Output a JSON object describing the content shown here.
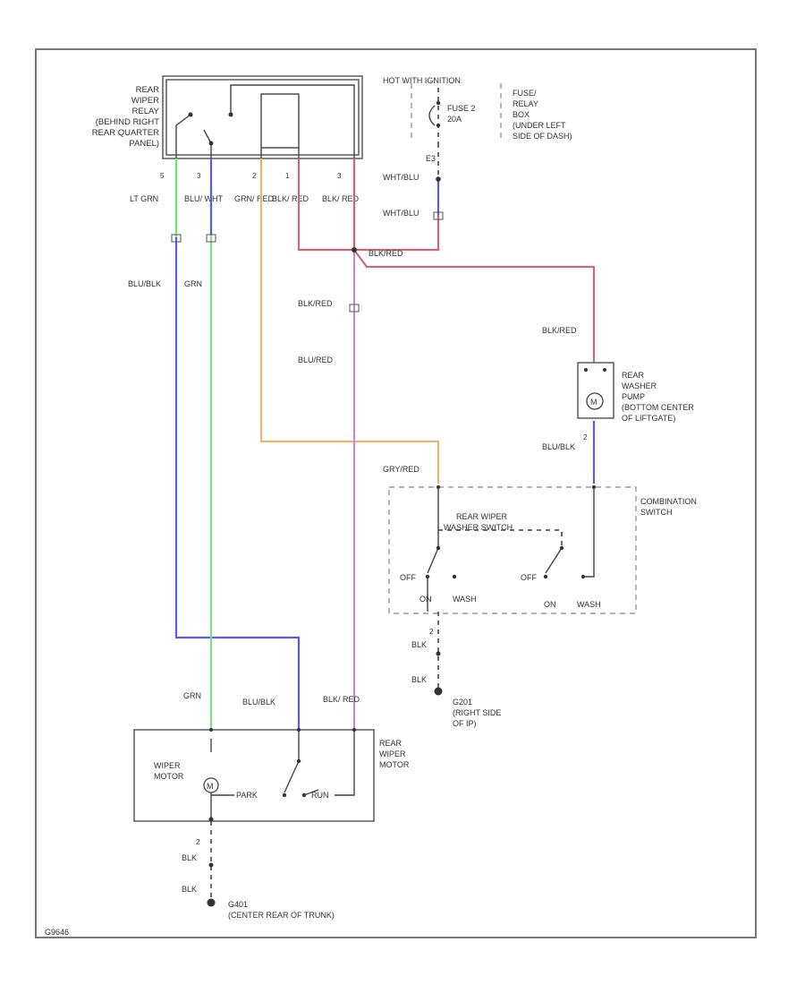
{
  "colors": {
    "blue": "#5b5be6",
    "green": "#7fe07f",
    "orange": "#e3b772",
    "pink": "#c86a78",
    "violet": "#c48ad8",
    "frame": "#666666"
  },
  "relay": {
    "label": [
      "REAR",
      "WIPER",
      "RELAY",
      "(BEHIND RIGHT",
      "REAR QUARTER",
      "PANEL)"
    ],
    "pins": [
      "5",
      "3",
      "2",
      "1",
      "3"
    ],
    "wire_labels": [
      "LT GRN",
      "BLU/ WHT",
      "GRN/ RED",
      "BLK/ RED",
      "BLK/ RED"
    ]
  },
  "fuse": {
    "hot_label": "HOT WITH IGNITION",
    "fuse_label": [
      "FUSE 2",
      "20A"
    ],
    "box_label": [
      "FUSE/",
      "RELAY",
      "BOX",
      "(UNDER LEFT",
      "SIDE OF DASH)"
    ],
    "connector": "E3",
    "wire1": "WHT/BLU",
    "wire2": "WHT/BLU",
    "joint": "BLK/RED"
  },
  "wires": {
    "blu_blk": "BLU/BLK",
    "grn": "GRN",
    "blk_red_mid": "BLK/RED",
    "blu_red": "BLU/RED",
    "pump_feed": "BLK/RED",
    "pump_out": "BLU/BLK",
    "gry_red": "GRY/RED"
  },
  "pump": {
    "label": [
      "REAR",
      "WASHER",
      "PUMP",
      "(BOTTOM CENTER",
      "OF LIFTGATE)"
    ],
    "symbol": "M",
    "pin": "2"
  },
  "switch": {
    "title": [
      "REAR WIPER",
      "WASHER SWITCH"
    ],
    "box_label": [
      "COMBINATION",
      "SWITCH"
    ],
    "off": "OFF",
    "on": "ON",
    "wash": "WASH"
  },
  "ground1": {
    "pin": "2",
    "wire1": "BLK",
    "wire2": "BLK",
    "label": [
      "G201",
      "(RIGHT SIDE",
      "OF IP)"
    ]
  },
  "motor": {
    "label": [
      "REAR",
      "WIPER",
      "MOTOR"
    ],
    "inner": [
      "WIPER",
      "MOTOR"
    ],
    "park": "PARK",
    "run": "RUN",
    "symbol": "M",
    "wire_grn": "GRN",
    "wire_blu": "BLU/BLK",
    "wire_blk": "BLK/ RED"
  },
  "ground2": {
    "pin": "2",
    "wire1": "BLK",
    "wire2": "BLK",
    "label": [
      "G401",
      "(CENTER REAR OF TRUNK)"
    ]
  },
  "footer_code": "G9646"
}
